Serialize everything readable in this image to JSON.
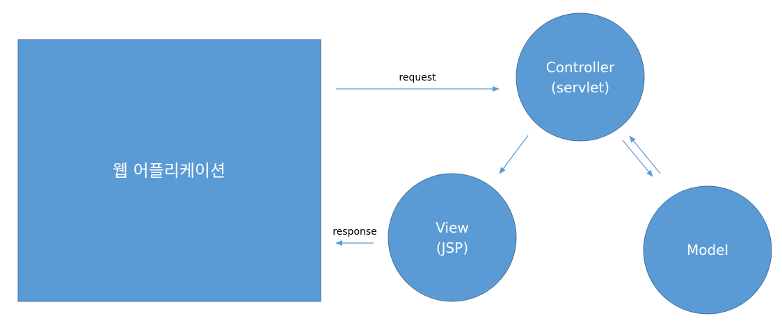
{
  "nodes": {
    "webapp": {
      "label": "웹 어플리케이션"
    },
    "controller": {
      "line1": "Controller",
      "line2": "(servlet)"
    },
    "view": {
      "line1": "View",
      "line2": "(JSP)"
    },
    "model": {
      "label": "Model"
    }
  },
  "edges": {
    "request": {
      "label": "request"
    },
    "response": {
      "label": "response"
    }
  },
  "colors": {
    "shape_fill": "#5b9bd5",
    "shape_border": "#41719c",
    "arrow": "#5b9bd5",
    "node_text": "#ffffff",
    "label_text": "#000000"
  }
}
